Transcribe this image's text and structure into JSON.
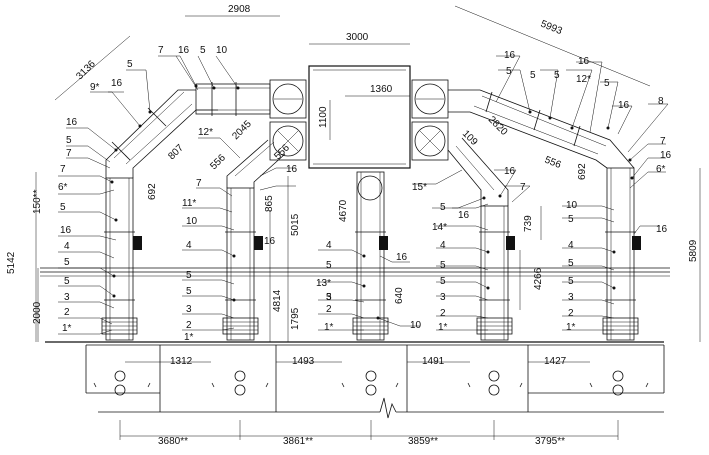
{
  "dims": {
    "d2908": "2908",
    "d3000": "3000",
    "d5993": "5993",
    "d3136": "3136",
    "d1360": "1360",
    "d1100": "1100",
    "d2045": "2045",
    "d2820": "2820",
    "d807": "807",
    "d556a": "556",
    "d556b": "556",
    "d109": "109",
    "d692a": "692",
    "d692b": "692",
    "d865": "865",
    "d5015": "5015",
    "d4670": "4670",
    "d739": "739",
    "d4266": "4266",
    "d5142": "5142",
    "d5809": "5809",
    "d150": "150**",
    "d2000": "2000",
    "d4814": "4814",
    "d1795": "1795",
    "d640": "640",
    "d1312": "1312",
    "d1493": "1493",
    "d1491": "1491",
    "d1427": "1427",
    "d3680": "3680**",
    "d3861": "3861**",
    "d3859": "3859**",
    "d3795": "3795**"
  },
  "labels": {
    "l7a": "7",
    "l16a": "16",
    "l5a": "5",
    "l10a": "10",
    "l5b": "5",
    "l9s": "9*",
    "l16b": "16",
    "l16c": "16",
    "l5c": "5",
    "l7b": "7",
    "l6s": "6*",
    "l7c": "7",
    "l5d": "5",
    "l16d": "16",
    "l4a": "4",
    "l5e": "5",
    "l5f": "5",
    "l3a": "3",
    "l2a": "2",
    "l1sa": "1*",
    "l12s": "12*",
    "l556": "556",
    "l7d": "7",
    "l11s": "11*",
    "l10b": "10",
    "l4b": "4",
    "l5g": "5",
    "l5h": "5",
    "l3b": "3",
    "l2b": "2",
    "l1sb": "1*",
    "l16e": "16",
    "l16f": "16",
    "l4c": "4",
    "l16g": "16",
    "l5i": "5",
    "l13s": "13*",
    "l5j": "5",
    "l3c": "3",
    "l2c": "2",
    "l1sc": "1*",
    "l10c": "10",
    "l16h": "16",
    "l5k": "5",
    "l5l": "5",
    "l5m": "5",
    "l16i": "16",
    "l12s2": "12*",
    "l5n": "5",
    "l16j": "16",
    "l8": "8",
    "l15s": "15*",
    "l5o": "5",
    "l16k": "16",
    "l7e": "7",
    "l14s": "14*",
    "l16l": "16",
    "l4d": "4",
    "l5p": "5",
    "l5q": "5",
    "l3d": "3",
    "l2d": "2",
    "l1sd": "1*",
    "l7f": "7",
    "l16m": "16",
    "l6s2": "6*",
    "l10d": "10",
    "l5r": "5",
    "l16n": "16",
    "l4e": "4",
    "l5s": "5",
    "l5t": "5",
    "l3e": "3",
    "l2e": "2",
    "l1se": "1*"
  }
}
